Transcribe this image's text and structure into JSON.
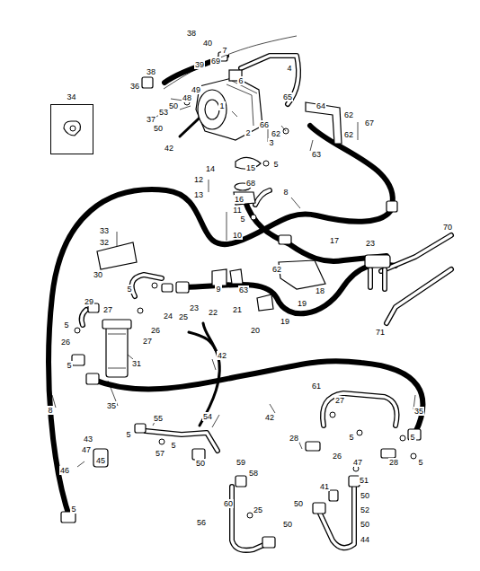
{
  "diagram": {
    "nodes": [
      {
        "text": [
          "34"
        ]
      }
    ],
    "labels": [
      "38",
      "40",
      "7",
      "69",
      "38",
      "39",
      "6",
      "4",
      "36",
      "49",
      "48",
      "65",
      "50",
      "1",
      "64",
      "53",
      "62",
      "37",
      "66",
      "67",
      "50",
      "2",
      "62",
      "62",
      "3",
      "42",
      "63",
      "5",
      "14",
      "15",
      "12",
      "68",
      "8",
      "13",
      "16",
      "11",
      "5",
      "33",
      "70",
      "10",
      "17",
      "23",
      "32",
      "62",
      "30",
      "5",
      "9",
      "63",
      "18",
      "29",
      "19",
      "23",
      "27",
      "21",
      "22",
      "24",
      "25",
      "19",
      "5",
      "26",
      "20",
      "71",
      "27",
      "26",
      "42",
      "31",
      "5",
      "61",
      "27",
      "35",
      "8",
      "35",
      "42",
      "54",
      "55",
      "5",
      "5",
      "5",
      "28",
      "43",
      "5",
      "57",
      "47",
      "45",
      "59",
      "26",
      "28",
      "5",
      "47",
      "50",
      "46",
      "58",
      "51",
      "41",
      "50",
      "60",
      "50",
      "25",
      "5",
      "52",
      "56",
      "50",
      "50",
      "44"
    ]
  }
}
